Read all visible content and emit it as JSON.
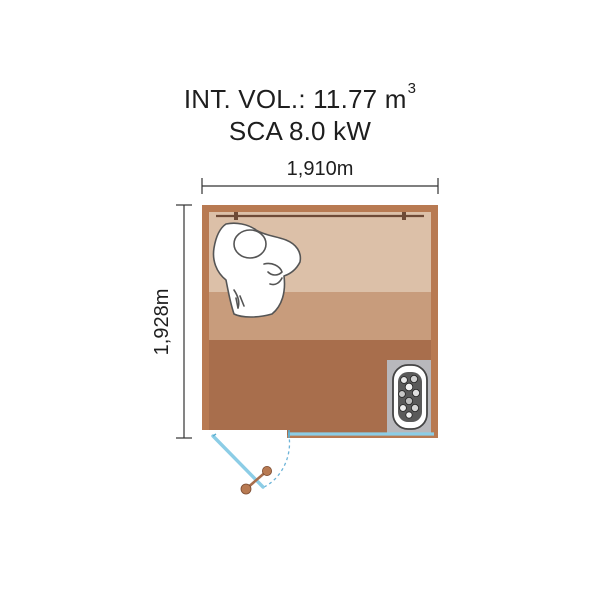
{
  "header": {
    "volume_label": "INT. VOL.: 11.77 m",
    "volume_unit_exponent": "3",
    "heater_label": "SCA 8.0 kW"
  },
  "dimensions": {
    "width_label": "1,910m",
    "depth_label": "1,928m"
  },
  "colors": {
    "wall": "#b87a52",
    "upper_bench": "#dcc0a8",
    "lower_bench": "#c89c7c",
    "floor": "#a86e4c",
    "heater_bg": "#b8b8bc",
    "door_glass": "#8ccde6",
    "dimension_line": "#333333"
  },
  "icons": {
    "person": "seated-person-top-view-icon",
    "heater": "sauna-heater-icon",
    "door_handle": "door-handle-icon"
  }
}
